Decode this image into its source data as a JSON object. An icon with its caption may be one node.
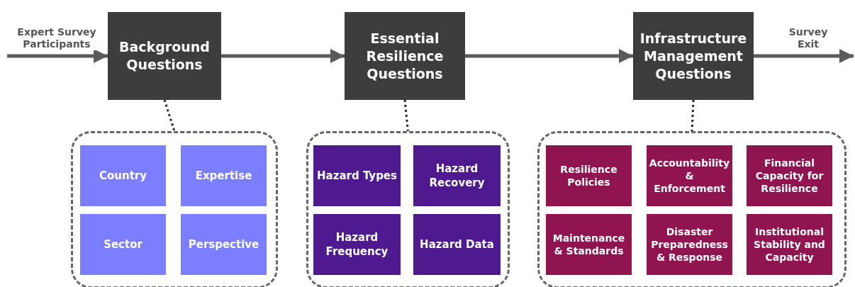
{
  "diagram": {
    "nodes": [
      {
        "text": [
          "Background Questions"
        ]
      },
      {
        "text": [
          "Essential Resilience Questions"
        ]
      },
      {
        "text": [
          "Infrastructure Management Questions"
        ]
      },
      {
        "text": [],
        "shape": "box"
      },
      {
        "text": [
          "Country"
        ],
        "in": 3
      },
      {
        "text": [
          "Expertise"
        ],
        "in": 3
      },
      {
        "text": [
          "Sector"
        ],
        "in": 3
      },
      {
        "text": [
          "Perspective"
        ],
        "in": 3
      },
      {
        "text": [],
        "shape": "box"
      },
      {
        "text": [
          "Hazard Types"
        ],
        "in": 8
      },
      {
        "text": [
          "Hazard Recovery"
        ],
        "in": 8
      },
      {
        "text": [
          "Hazard Frequency"
        ],
        "in": 8
      },
      {
        "text": [
          "Hazard Data"
        ],
        "in": 8
      },
      {
        "text": [],
        "shape": "box"
      },
      {
        "text": [
          "Resilience Policies"
        ],
        "in": 13
      },
      {
        "text": [
          "Accountability & Enforcement"
        ],
        "in": 13
      },
      {
        "text": [
          "Financial Capacity for Resilience"
        ],
        "in": 13
      },
      {
        "text": [
          "Maintenance & Standards"
        ],
        "in": 13
      },
      {
        "text": [
          "Disaster Preparedness & Response"
        ],
        "in": 13
      },
      {
        "text": [
          "Institutional Stability and Capacity"
        ],
        "in": 13
      }
    ],
    "edges": [
      {
        "from": null,
        "to": 0,
        "arrow": "to",
        "label": "Expert Survey Participants"
      },
      {
        "from": 0,
        "to": 1,
        "arrow": "to"
      },
      {
        "from": 1,
        "to": 2,
        "arrow": "to"
      },
      {
        "from": 2,
        "to": null,
        "arrow": "to",
        "label": "Survey Exit"
      },
      {
        "from": 0,
        "to": 3,
        "arrow": "none",
        "style": "dashed"
      },
      {
        "from": 1,
        "to": 8,
        "arrow": "none",
        "style": "dashed"
      },
      {
        "from": 2,
        "to": 13,
        "arrow": "none",
        "style": "dashed"
      }
    ]
  }
}
